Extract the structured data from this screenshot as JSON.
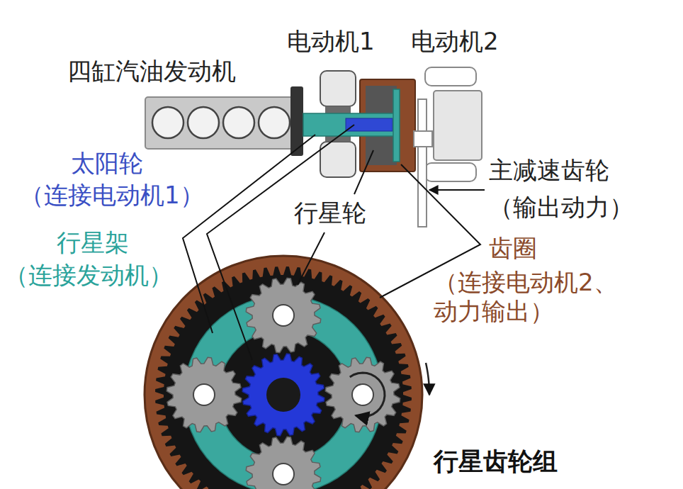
{
  "diagram": {
    "labels": [
      "四缸汽油发动机",
      "电动机1",
      "电动机2",
      "太阳轮",
      "（连接电动机1）",
      "行星架",
      "（连接发动机）",
      "行星轮",
      "主减速齿轮",
      "（输出动力）",
      "齿圈",
      "（连接电动机2、动力输出）",
      "行星齿轮组"
    ]
  }
}
